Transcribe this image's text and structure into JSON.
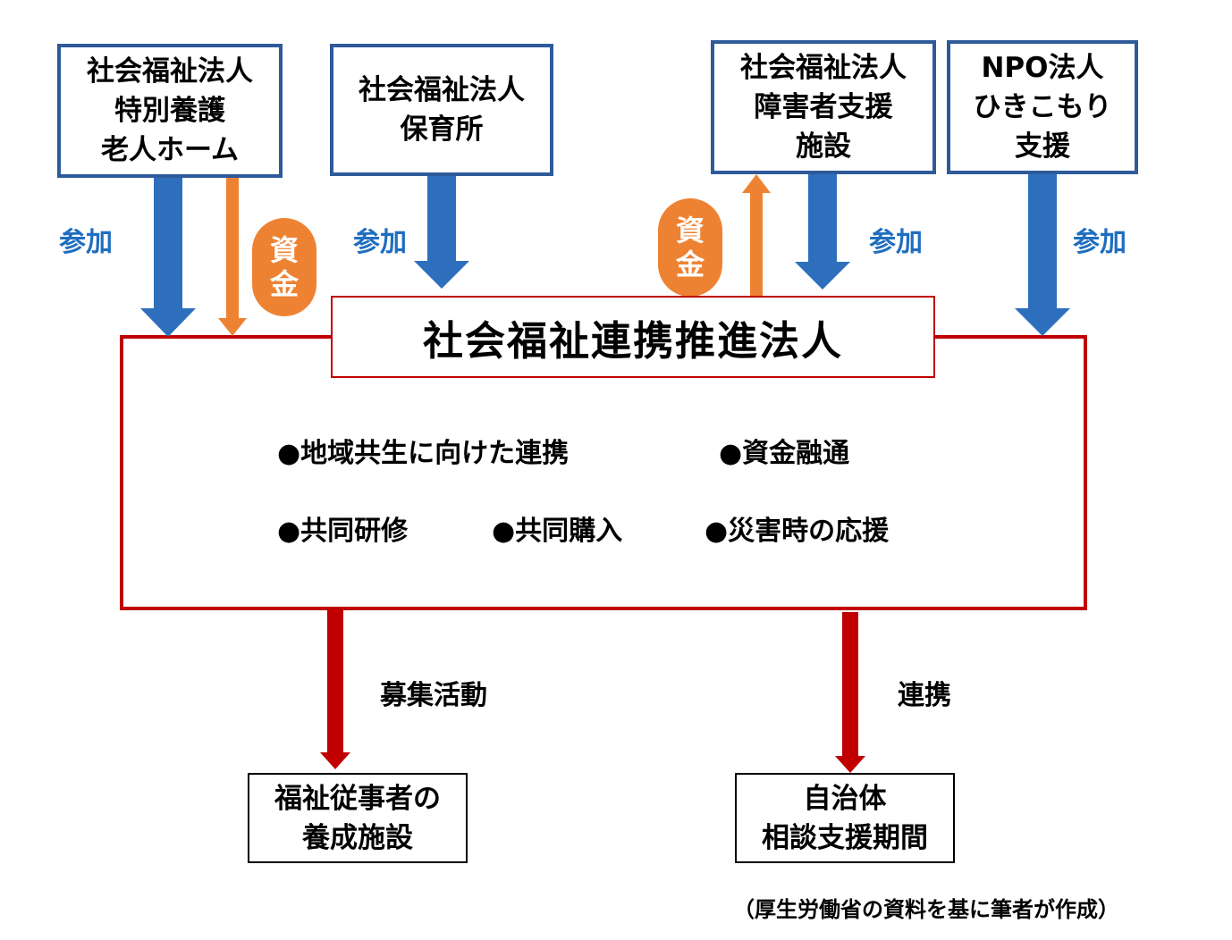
{
  "members": [
    {
      "lines": [
        "社会福祉法人",
        "特別養護",
        "老人ホーム"
      ]
    },
    {
      "lines": [
        "社会福祉法人",
        "保育所"
      ]
    },
    {
      "lines": [
        "社会福祉法人",
        "障害者支援",
        "施設"
      ]
    },
    {
      "lines": [
        "NPO法人",
        "ひきこもり",
        "支援"
      ]
    }
  ],
  "participation_label": "参加",
  "funds_label": {
    "line1": "資",
    "line2": "金"
  },
  "central": {
    "title": "社会福祉連携推進法人",
    "activities": [
      "●地域共生に向けた連携",
      "●資金融通",
      "●共同研修",
      "●共同購入",
      "●災害時の応援"
    ]
  },
  "outputs": [
    {
      "arrow_label": "募集活動",
      "lines": [
        "福祉従事者の",
        "養成施設"
      ]
    },
    {
      "arrow_label": "連携",
      "lines": [
        "自治体",
        "相談支援期間"
      ]
    }
  ],
  "source_note": "（厚生労働省の資料を基に筆者が作成）",
  "colors": {
    "blue_arrow": "#2e6fbd",
    "blue_border": "#2e5a9a",
    "orange": "#ee8233",
    "red": "#c00000",
    "label_blue": "#1f6ebf"
  }
}
